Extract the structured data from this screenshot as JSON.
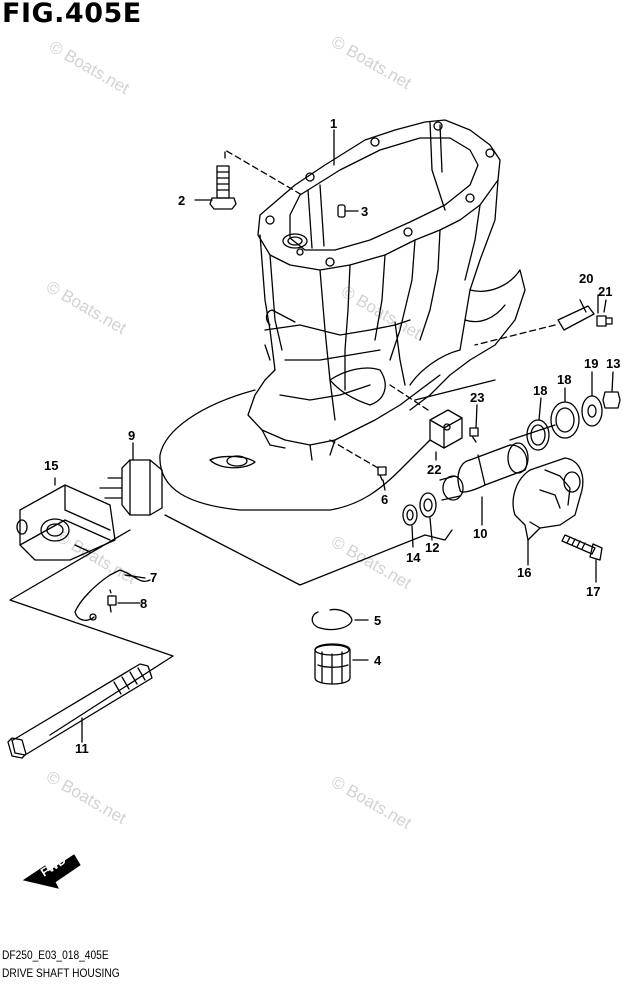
{
  "figure": {
    "title": "FIG.405E",
    "model_code": "DF250_E03_018_405E",
    "caption": "DRIVE SHAFT HOUSING"
  },
  "watermark": "© Boats.net",
  "direction_label": "FWD",
  "callouts": [
    "1",
    "2",
    "3",
    "4",
    "5",
    "6",
    "7",
    "8",
    "9",
    "10",
    "11",
    "12",
    "13",
    "14",
    "15",
    "16",
    "17",
    "18",
    "19",
    "20",
    "21",
    "22",
    "23"
  ]
}
